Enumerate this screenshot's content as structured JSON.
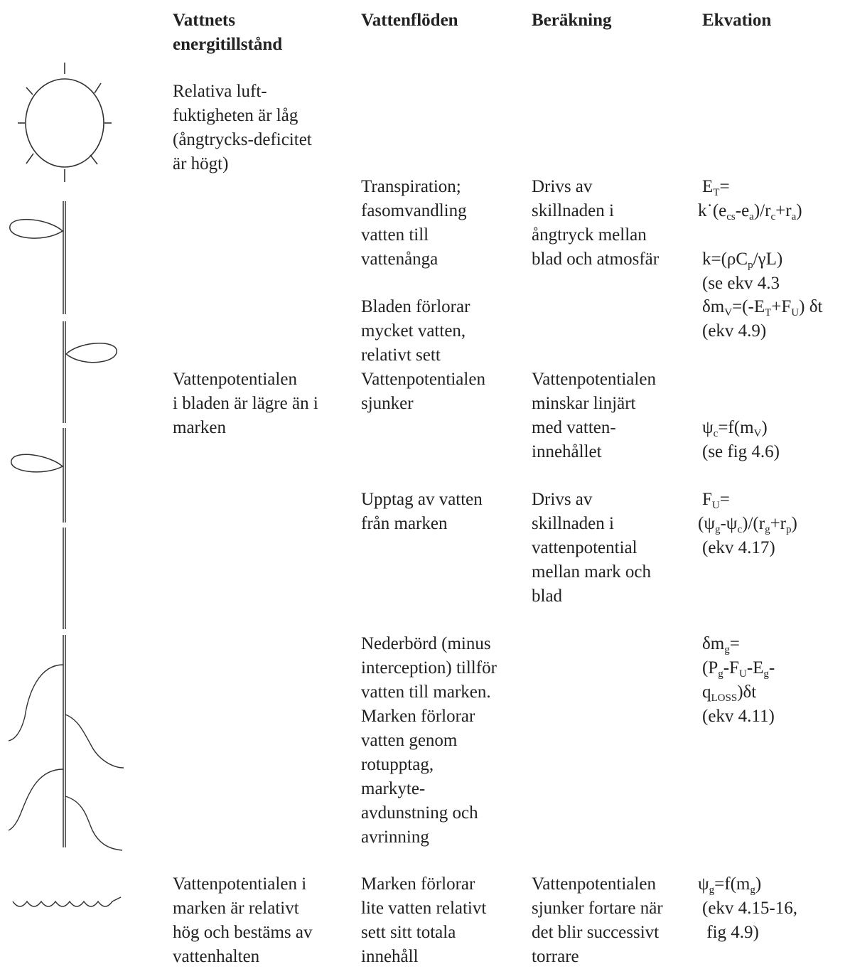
{
  "headers": {
    "col1": [
      "Vattnets",
      "energitillstånd"
    ],
    "col2": "Vattenflöden",
    "col3": "Beräkning",
    "col4": "Ekvation"
  },
  "rows": {
    "r1": {
      "state": [
        "Relativa luft-",
        "fuktigheten är låg",
        "(ångtrycks-deficitet",
        "är högt)"
      ]
    },
    "r2": {
      "flow": [
        "Transpiration;",
        "fasomvandling",
        "vatten till",
        "vattenånga"
      ],
      "calc": [
        "Drivs av",
        "skillnaden i",
        "ångtryck mellan",
        "blad och atmosfär"
      ],
      "eq_lines": [
        "E_T=",
        "k˙(e_cs-e_a)/r_c+r_a)",
        "k=(ρC_p/γL)",
        "(se ekv 4.3"
      ]
    },
    "r3": {
      "flow": [
        "Bladen förlorar",
        "mycket vatten,",
        "relativt sett"
      ],
      "eq_lines": [
        "δm_V=(-E_T+F_U) δt",
        "(ekv 4.9)"
      ]
    },
    "r4": {
      "state": [
        "Vattenpotentialen",
        "i bladen är lägre än i",
        "marken"
      ],
      "flow": [
        "Vattenpotentialen",
        "sjunker"
      ],
      "calc": [
        "Vattenpotentialen",
        "minskar linjärt",
        "med vatten-",
        "innehållet"
      ],
      "eq_lines": [
        "ψ_c=f(m_V)",
        "(se fig 4.6)"
      ]
    },
    "r5": {
      "flow": [
        "Upptag av vatten",
        "från marken"
      ],
      "calc": [
        "Drivs av",
        "skillnaden i",
        "vattenpotential",
        "mellan mark och",
        "blad"
      ],
      "eq_lines": [
        "F_U=",
        "(ψ_g-ψ_c)/(r_g+r_p)",
        "(ekv 4.17)"
      ]
    },
    "r6": {
      "flow": [
        "Nederbörd (minus",
        "interception) tillför",
        "vatten till marken.",
        "Marken förlorar",
        "vatten genom",
        "rotupptag,",
        "markyte-",
        "avdunstning och",
        "avrinning"
      ],
      "eq_lines": [
        "δm_g=",
        "(P_g-F_U-E_g-",
        "q_LOSS)δt",
        "(ekv 4.11)"
      ]
    },
    "r7": {
      "state": [
        "Vattenpotentialen i",
        "marken är relativt",
        "hög och bestäms av",
        "vattenhalten"
      ],
      "flow": [
        "Marken förlorar",
        "lite vatten relativt",
        "sett sitt totala",
        "innehåll"
      ],
      "calc": [
        "Vattenpotentialen",
        "sjunker fortare när",
        "det blir successivt",
        "torrare"
      ],
      "eq_lines": [
        "ψ_g=f(m_g)",
        "(ekv 4.15-16,",
        " fig 4.9)"
      ]
    }
  },
  "icons": [
    "sun-icon",
    "leaf-icon",
    "stem-icon",
    "root-icon",
    "water-surface-icon"
  ]
}
